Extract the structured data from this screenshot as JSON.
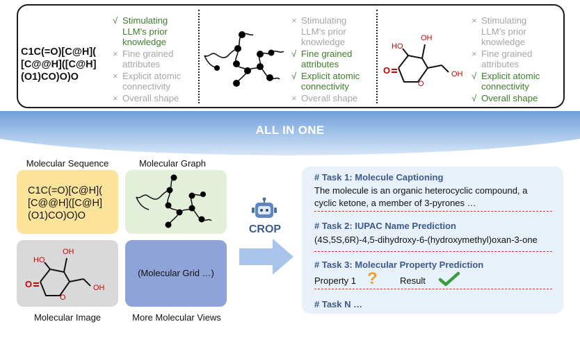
{
  "top_panel": {
    "sequence": [
      "C1C(=O)[C@H](",
      "[C@@H]([C@H]",
      "(O1)CO)O)O"
    ],
    "views": [
      {
        "name": "sequence",
        "attributes": [
          {
            "mark": "√",
            "text": [
              "Stimulating",
              "LLM's prior",
              "knowledge"
            ],
            "enabled": true
          },
          {
            "mark": "×",
            "text": [
              "Fine grained",
              "attributes"
            ],
            "enabled": false
          },
          {
            "mark": "×",
            "text": [
              "Explicit atomic",
              "connectivity"
            ],
            "enabled": false
          },
          {
            "mark": "×",
            "text": [
              "Overall shape"
            ],
            "enabled": false
          }
        ]
      },
      {
        "name": "graph",
        "attributes": [
          {
            "mark": "×",
            "text": [
              "Stimulating",
              "LLM's prior",
              "knowledge"
            ],
            "enabled": false
          },
          {
            "mark": "√",
            "text": [
              "Fine grained",
              "attributes"
            ],
            "enabled": true
          },
          {
            "mark": "√",
            "text": [
              "Explicit atomic",
              "connectivity"
            ],
            "enabled": true
          },
          {
            "mark": "×",
            "text": [
              "Overall shape"
            ],
            "enabled": false
          }
        ]
      },
      {
        "name": "image",
        "attributes": [
          {
            "mark": "×",
            "text": [
              "Stimulating",
              "LLM's prior",
              "knowledge"
            ],
            "enabled": false
          },
          {
            "mark": "×",
            "text": [
              "Fine grained",
              "attributes"
            ],
            "enabled": false
          },
          {
            "mark": "√",
            "text": [
              "Explicit atomic",
              "connectivity"
            ],
            "enabled": true
          },
          {
            "mark": "√",
            "text": [
              "Overall shape"
            ],
            "enabled": true
          }
        ]
      }
    ],
    "atom_labels": {
      "oh": "OH",
      "ho": "HO",
      "o": "O"
    }
  },
  "band": {
    "label": "ALL IN ONE"
  },
  "tiles": {
    "sequence_caption": "Molecular Sequence",
    "sequence_lines": [
      "C1C(=O)[C@H](",
      "[C@@H]([C@H]",
      "(O1)CO)O)O"
    ],
    "graph_caption": "Molecular Graph",
    "image_caption": "Molecular Image",
    "grid_label": "(Molecular Grid …)",
    "more_caption": "More Molecular Views"
  },
  "robot": {
    "label": "CROP"
  },
  "tasks": {
    "t1_head": "# Task 1: Molecule Captioning",
    "t1_body": [
      "The molecule is an organic heterocyclic compound, a",
      "cyclic ketone, a member of 3-pyrones …"
    ],
    "t2_head": "# Task 2: IUPAC Name Prediction",
    "t2_body": "(4S,5S,6R)-4,5-dihydroxy-6-(hydroxymethyl)oxan-3-one",
    "t3_head": "# Task 3: Molecular Property Prediction",
    "t3_property": "Property 1",
    "t3_question": "?",
    "t3_result": "Result",
    "tn_head": "# Task N …"
  },
  "colors": {
    "check_green": "#3f7d2c",
    "cross_gray": "#a6a6a6",
    "band_blue": "#9fc0e8",
    "seq_tile": "#fbe39a",
    "graph_tile": "#e3efd9",
    "image_tile": "#d9d9d9",
    "grid_tile": "#8ea3d8",
    "task_panel": "#e8f0fa",
    "task_head": "#3c5a8c",
    "separator_red": "#c0392b",
    "question_orange": "#f0a020",
    "arrow_blue": "#a9c4ea"
  }
}
